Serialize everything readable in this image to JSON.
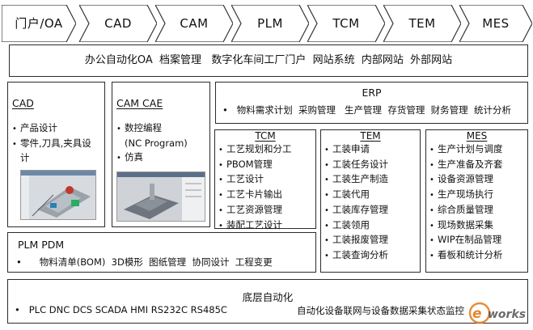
{
  "process_stages": [
    "门户/OA",
    "CAD",
    "CAM",
    "PLM",
    "TCM",
    "TEM",
    "MES"
  ],
  "portal": {
    "text": "办公自动化OA  档案管理   数字化车间工厂门户  网站系统  内部网站  外部网站"
  },
  "cad": {
    "title": "CAD",
    "items": [
      "产品设计",
      "零件,刀具,夹具设",
      "计"
    ]
  },
  "cam": {
    "title": "CAM CAE",
    "items": [
      "数控编程",
      "(NC Program)",
      "仿真"
    ]
  },
  "erp": {
    "title": "ERP",
    "items": "•   物料需求计划  采购管理   生产管理  存货管理  财务管理  统计分析"
  },
  "tcm": {
    "title": "TCM",
    "items": [
      "工艺规划和分工",
      "PBOM管理",
      "工艺设计",
      "工艺卡片输出",
      "工艺资源管理",
      "装配工艺设计"
    ]
  },
  "tem": {
    "title": "TEM",
    "items": [
      "工装申请",
      "工装任务设计",
      "工装生产制造",
      "工装代用",
      "工装库存管理",
      "工装领用",
      "工装报废管理",
      "工装查询分析"
    ]
  },
  "mes": {
    "title": "MES",
    "items": [
      "生产计划与调度",
      "生产准备及齐套",
      "设备资源管理",
      "生产现场执行",
      "综合质量管理",
      "现场数据采集",
      "WIP在制品管理",
      "看板和统计分析"
    ]
  },
  "plm": {
    "title": "PLM PDM",
    "items": "•      物料清单(BOM)  3D模形  图纸管理  协同设计  工程变更"
  },
  "automation": {
    "title": "底层自动化",
    "left": "•   PLC DNC DCS SCADA HMI RS232C RS485C",
    "right": "自动化设备联网与设备数据采集状态监控"
  },
  "watermark": "e-works"
}
